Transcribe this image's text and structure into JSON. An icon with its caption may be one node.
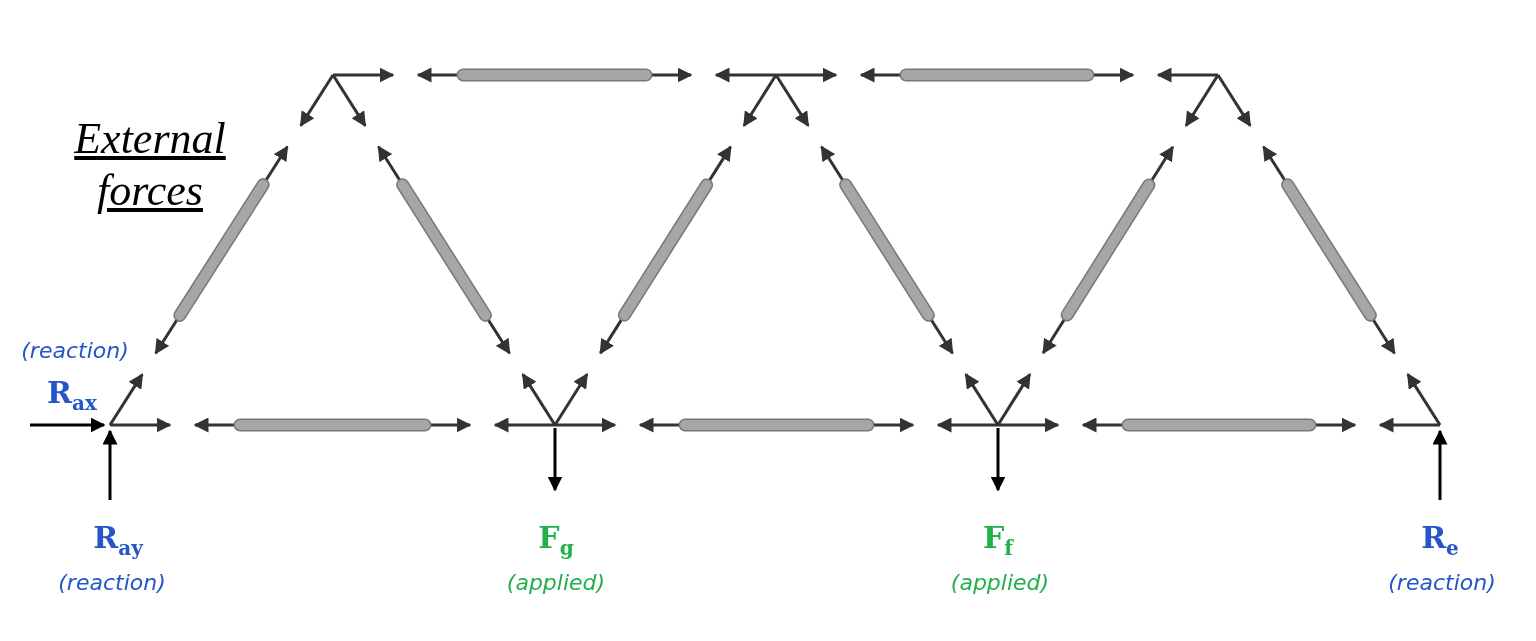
{
  "diagram": {
    "labels": [
      "External forces",
      "(reaction)",
      "R$_{ax}$",
      "R$_{ay}$",
      "F$_{g}$",
      "F$_{f}$",
      "R$_{e}$",
      "(reaction)",
      "(applied)",
      "(applied)",
      "(reaction)"
    ]
  }
}
